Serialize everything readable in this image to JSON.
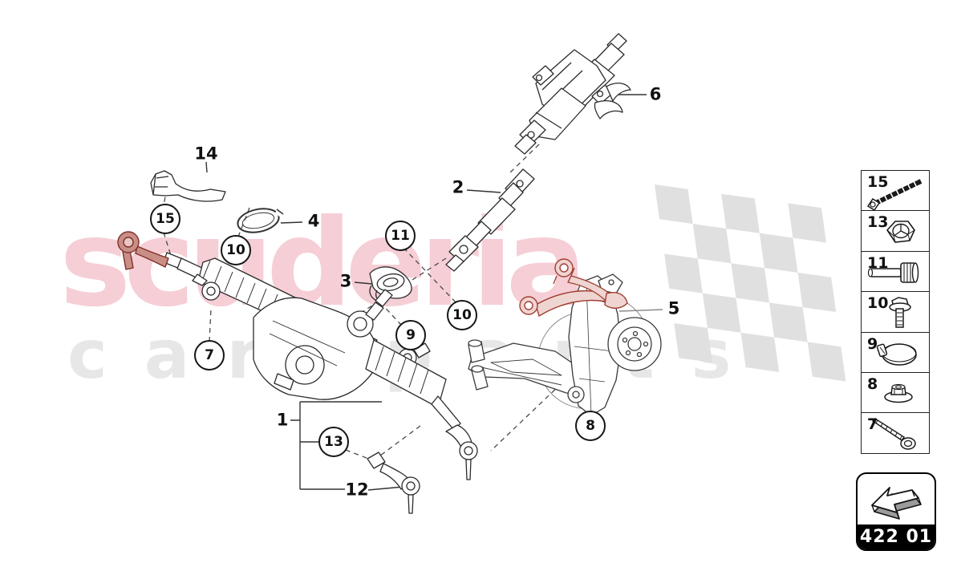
{
  "watermark": {
    "brand_top": "scuderia",
    "brand_bottom": "car parts",
    "pink_color": "#f6ced6",
    "gray_color": "#e7e7e7"
  },
  "diagram": {
    "title": "steering gear exploded parts diagram",
    "section_code": "422 01",
    "highlight_color": "#a14034",
    "checker_color": "#e0e0e0",
    "callouts_plain": [
      {
        "text": "6"
      },
      {
        "text": "2"
      },
      {
        "text": "14"
      },
      {
        "text": "4"
      },
      {
        "text": "3"
      },
      {
        "text": "5"
      },
      {
        "text": "1"
      },
      {
        "text": "12"
      }
    ],
    "callouts_circled": [
      {
        "text": "15"
      },
      {
        "text": "10"
      },
      {
        "text": "11"
      },
      {
        "text": "10"
      },
      {
        "text": "9"
      },
      {
        "text": "7"
      },
      {
        "text": "8"
      },
      {
        "text": "13"
      }
    ]
  },
  "sidebar": {
    "items": [
      {
        "number": "15",
        "icon": "long-bolt-icon"
      },
      {
        "number": "13",
        "icon": "hex-nut-icon"
      },
      {
        "number": "11",
        "icon": "socket-bolt-icon"
      },
      {
        "number": "10",
        "icon": "flange-bolt-icon"
      },
      {
        "number": "9",
        "icon": "hose-clamp-icon"
      },
      {
        "number": "8",
        "icon": "flange-nut-icon"
      },
      {
        "number": "7",
        "icon": "washer-bolt-icon"
      }
    ]
  }
}
